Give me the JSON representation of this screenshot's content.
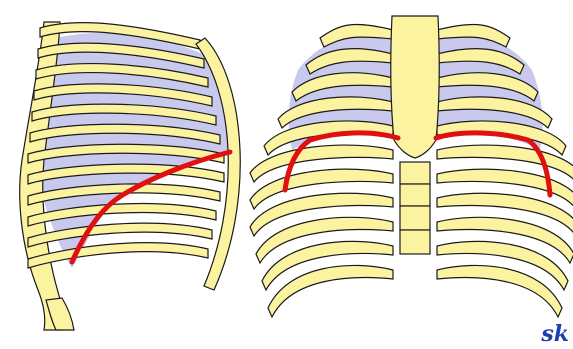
{
  "signature": "sk",
  "colors": {
    "bone": "#fbf3a0",
    "bone_outline": "#1a1a1a",
    "lung": "#c9c9ee",
    "diaphragm": "#e01010",
    "background": "#ffffff",
    "signature": "#1e3fb0"
  },
  "views": [
    {
      "name": "lateral-view",
      "ribs": 12,
      "has_diaphragm_line": true
    },
    {
      "name": "anterior-view",
      "ribs": 11,
      "has_diaphragm_line": true
    }
  ]
}
